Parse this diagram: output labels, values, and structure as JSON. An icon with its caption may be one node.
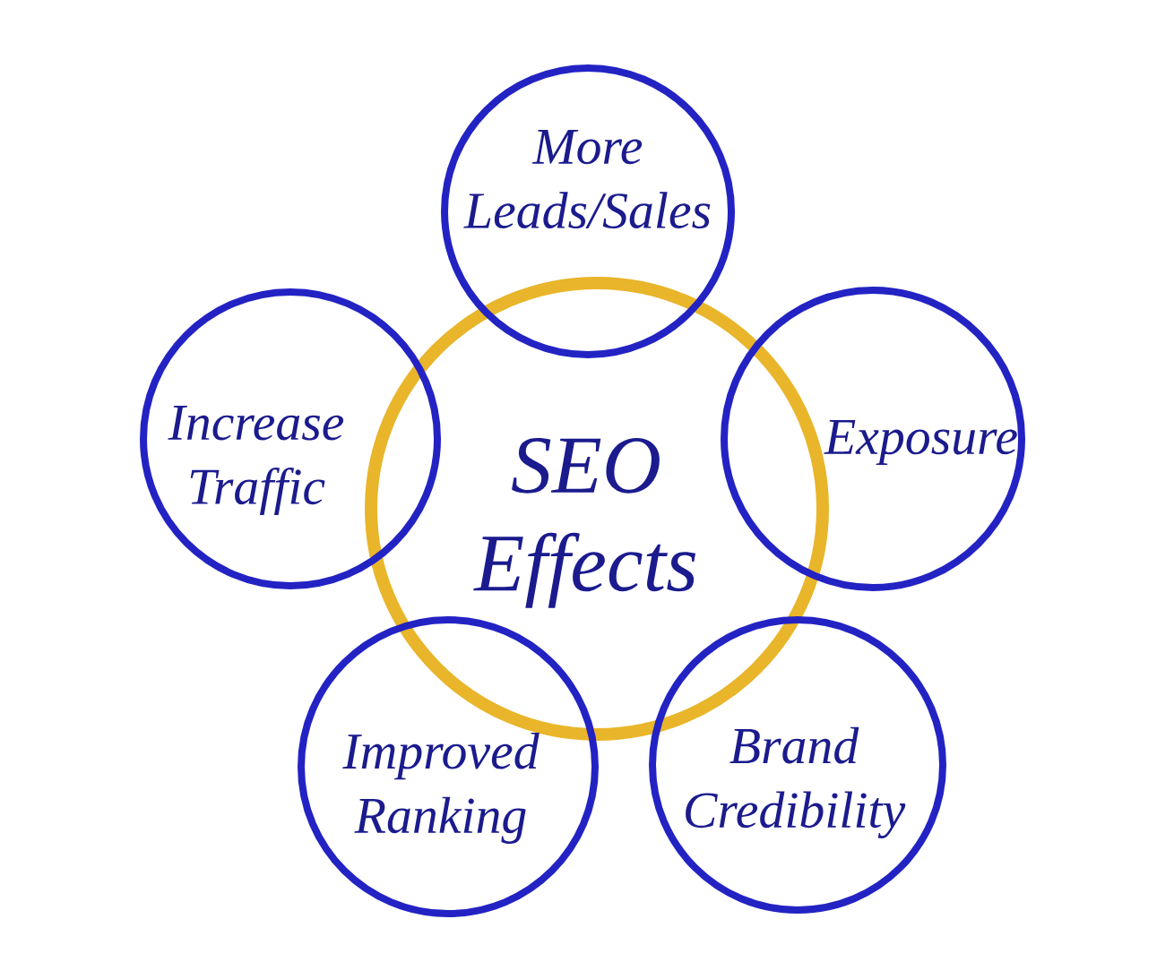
{
  "diagram": {
    "nodes": [
      {
        "text": [
          "SEO Effects"
        ]
      },
      {
        "text": [
          "More Leads/Sales"
        ]
      },
      {
        "text": [
          "Exposure"
        ]
      },
      {
        "text": [
          "Brand Credibility"
        ]
      },
      {
        "text": [
          "Improved Ranking"
        ]
      },
      {
        "text": [
          "Increase Traffic"
        ]
      }
    ]
  }
}
